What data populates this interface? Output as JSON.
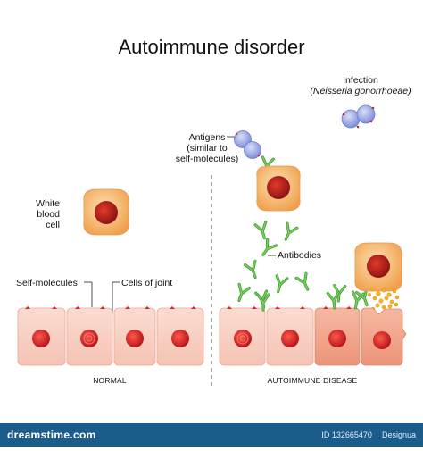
{
  "title": "Autoimmune disorder",
  "labels": {
    "infection": "Infection",
    "infection_species": "(Neisseria gonorrhoeae)",
    "antigens_1": "Antigens",
    "antigens_2": "(similar to",
    "antigens_3": "self-molecules)",
    "white_1": "White",
    "white_2": "blood",
    "white_3": "cell",
    "antibodies": "Antibodies",
    "self_molecules": "Self-molecules",
    "cells_of_joint": "Cells of joint"
  },
  "panels": {
    "normal": "NORMAL",
    "disease": "AUTOIMMUNE DISEASE"
  },
  "footer": {
    "brand": "dreamstime.com",
    "id_text": "ID 132665470",
    "author": "Designua"
  },
  "colors": {
    "cell_fill": "#f9d2c6",
    "cell_damaged": "#f2a98f",
    "nucleus": "#d8262a",
    "wbc_fill": "#f8c27a",
    "antigen": "#a9b6ef",
    "antibody": "#5bbf47",
    "debris": "#f3b21e",
    "footer_bg": "#1a5c8c"
  }
}
